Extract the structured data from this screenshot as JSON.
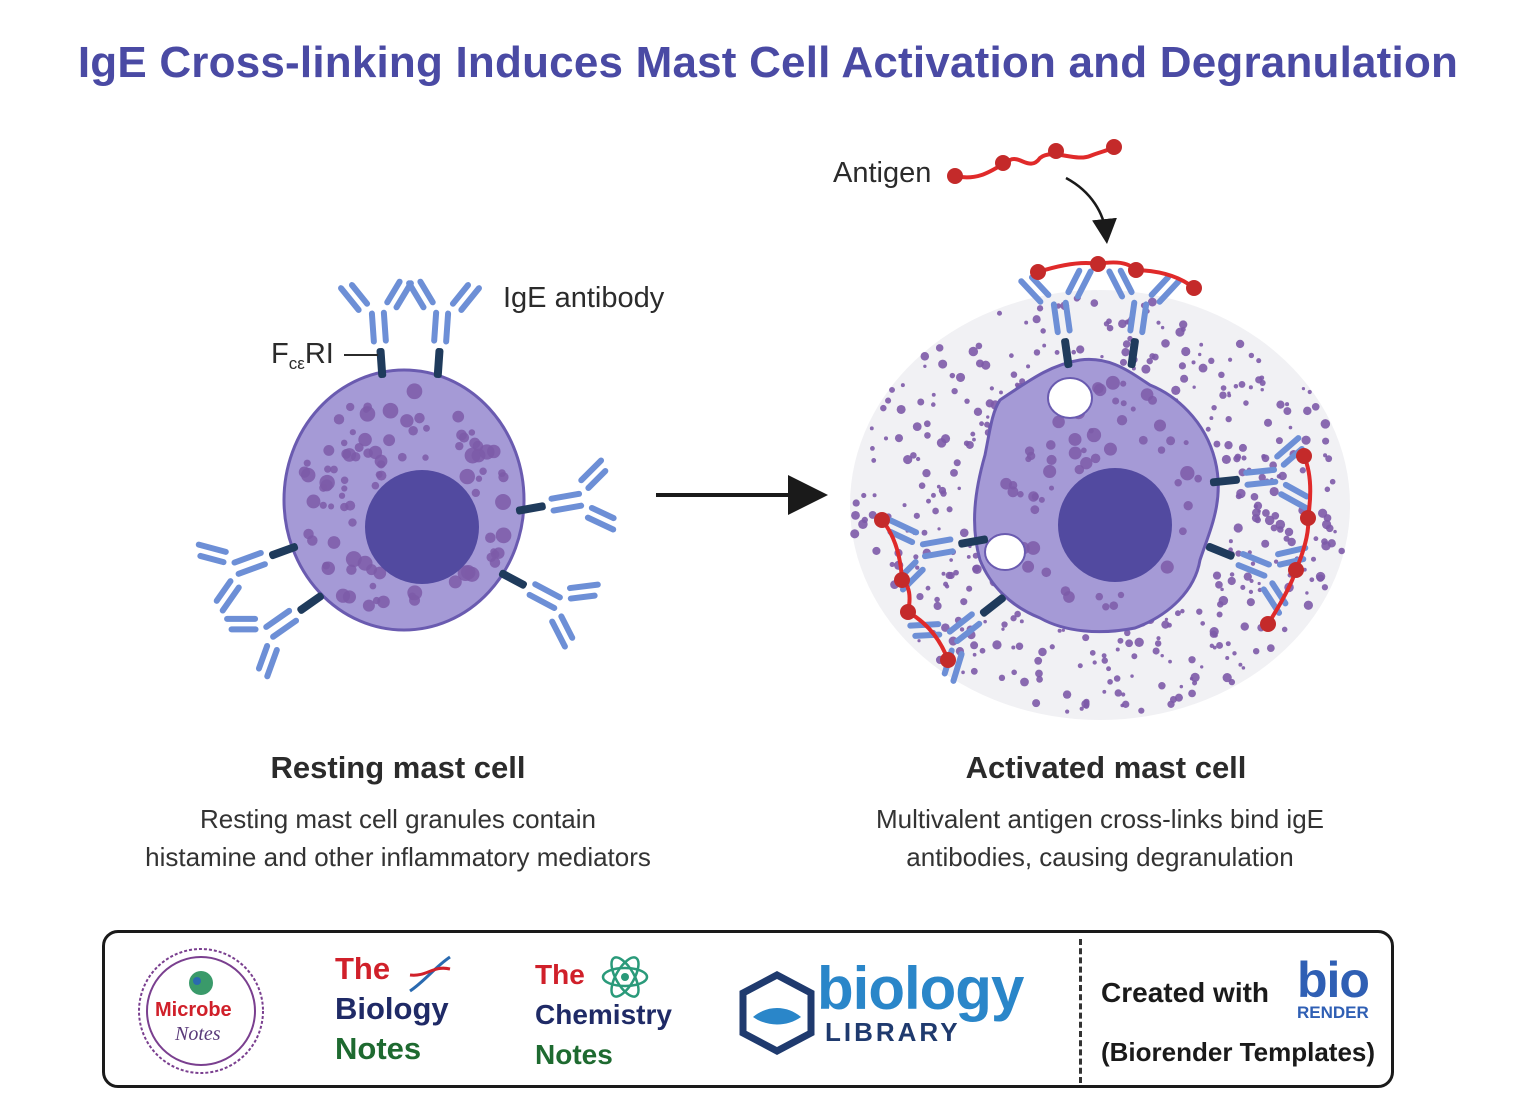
{
  "title": "IgE Cross-linking Induces Mast Cell Activation and Degranulation",
  "labels": {
    "ige_antibody": "IgE antibody",
    "receptor_main": "F",
    "receptor_sub": "cε",
    "receptor_tail": "RI",
    "antigen": "Antigen"
  },
  "resting": {
    "heading": "Resting mast cell",
    "line1": "Resting mast cell granules contain",
    "line2": "histamine and other inflammatory mediators"
  },
  "activated": {
    "heading": "Activated mast cell",
    "line1": "Multivalent antigen cross-links bind igE",
    "line2": "antibodies, causing degranulation"
  },
  "footer": {
    "microbe_notes_1": "Microbe",
    "microbe_notes_2": "Notes",
    "biology_notes": [
      "The",
      "Biology",
      "Notes"
    ],
    "chemistry_notes": [
      "The",
      "Chemistry",
      "Notes"
    ],
    "biology_library_main": "biology",
    "biology_library_sub": "LIBRARY",
    "created_with": "Created with",
    "biorender_top": "bio",
    "biorender_bottom": "RENDER",
    "templates": "(Biorender Templates)"
  },
  "colors": {
    "title": "#4a4aa4",
    "cell_fill": "#a59ad6",
    "cell_stroke": "#6a5bb0",
    "nucleus": "#524aa0",
    "granule": "#7d5aa8",
    "antibody": "#6d8fd6",
    "receptor": "#1f3b5c",
    "antigen": "#e02a2a",
    "antigen_node": "#c42a2a"
  }
}
